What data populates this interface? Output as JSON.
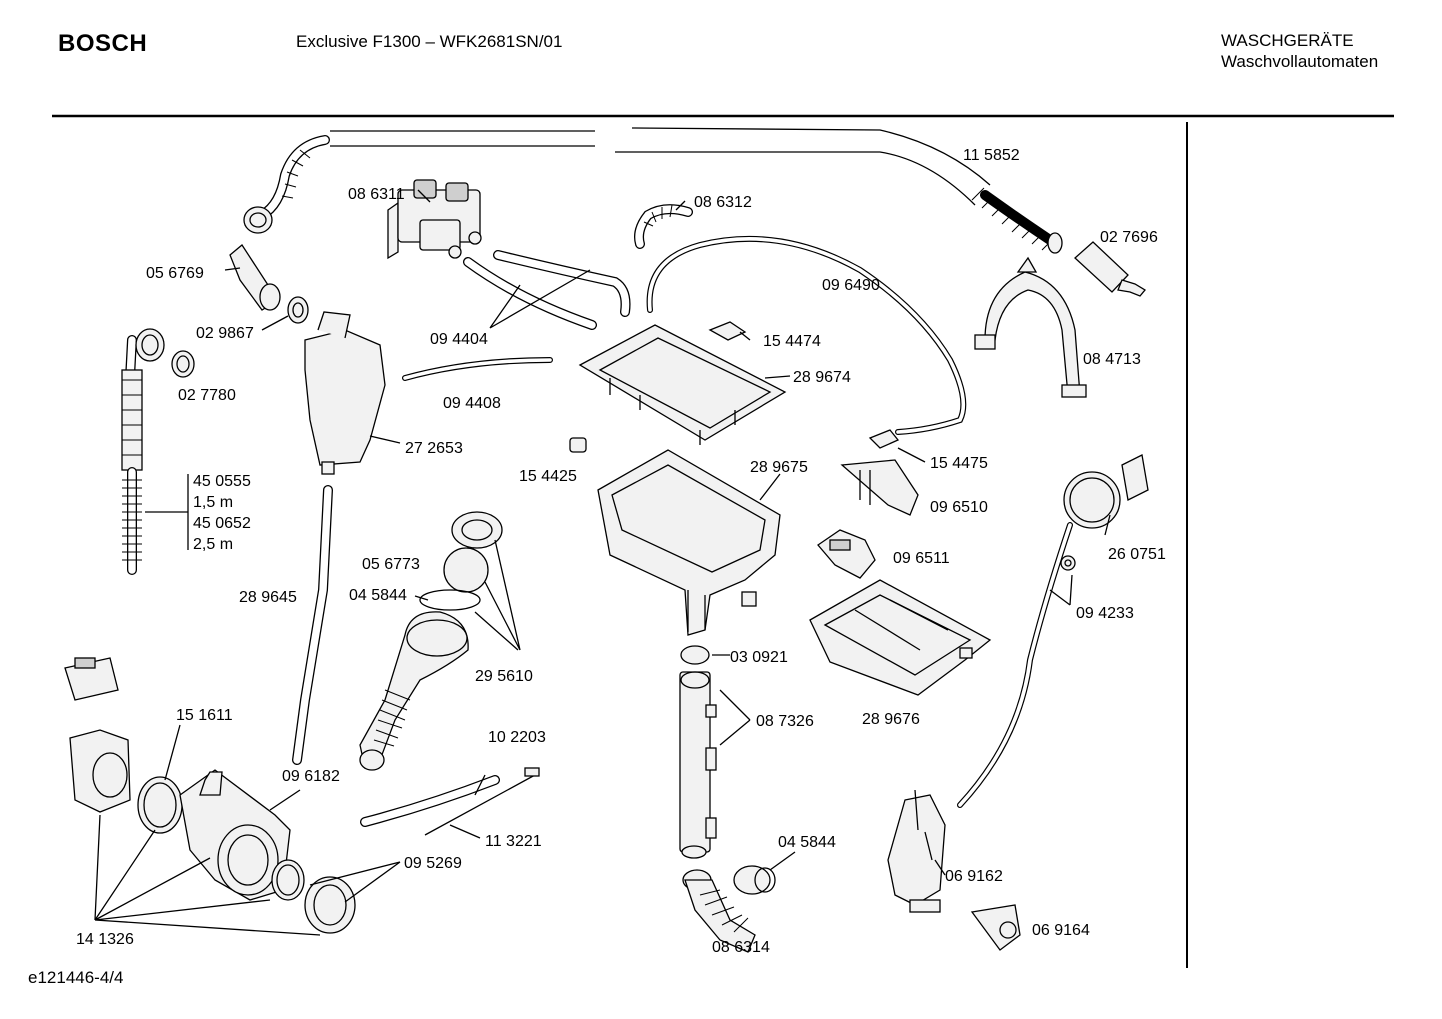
{
  "header": {
    "brand": "BOSCH",
    "model": "Exclusive F1300 – WFK2681SN/01",
    "category": "WASCHGERÄTE",
    "subcategory": "Waschvollautomaten"
  },
  "footer": {
    "doc_id": "e121446-4/4"
  },
  "callouts": {
    "p115852": "11 5852",
    "p086311": "08 6311",
    "p086312": "08 6312",
    "p027696": "02 7696",
    "p056769": "05 6769",
    "p096490": "09 6490",
    "p029867": "02 9867",
    "p094404": "09 4404",
    "p154474": "15 4474",
    "p084713": "08 4713",
    "p027780": "02 7780",
    "p289674": "28 9674",
    "p094408": "09 4408",
    "p272653": "27 2653",
    "p154475": "15 4475",
    "p154425": "15 4425",
    "p289675": "28 9675",
    "p450555": "45 0555",
    "l15m": "1,5 m",
    "p450652": "45 0652",
    "l25m": "2,5 m",
    "p096510": "09 6510",
    "p260751": "26 0751",
    "p096511": "09 6511",
    "p056773": "05 6773",
    "p045844a": "04 5844",
    "p289645": "28 9645",
    "p094233": "09 4233",
    "p030921": "03 0921",
    "p295610": "29 5610",
    "p289676": "28 9676",
    "p151611": "15 1611",
    "p087326": "08 7326",
    "p102203": "10 2203",
    "p096182": "09 6182",
    "p113221": "11 3221",
    "p045844b": "04 5844",
    "p095269": "09 5269",
    "p069162": "06 9162",
    "p141326": "14 1326",
    "p069164": "06 9164",
    "p086314": "08 6314"
  }
}
